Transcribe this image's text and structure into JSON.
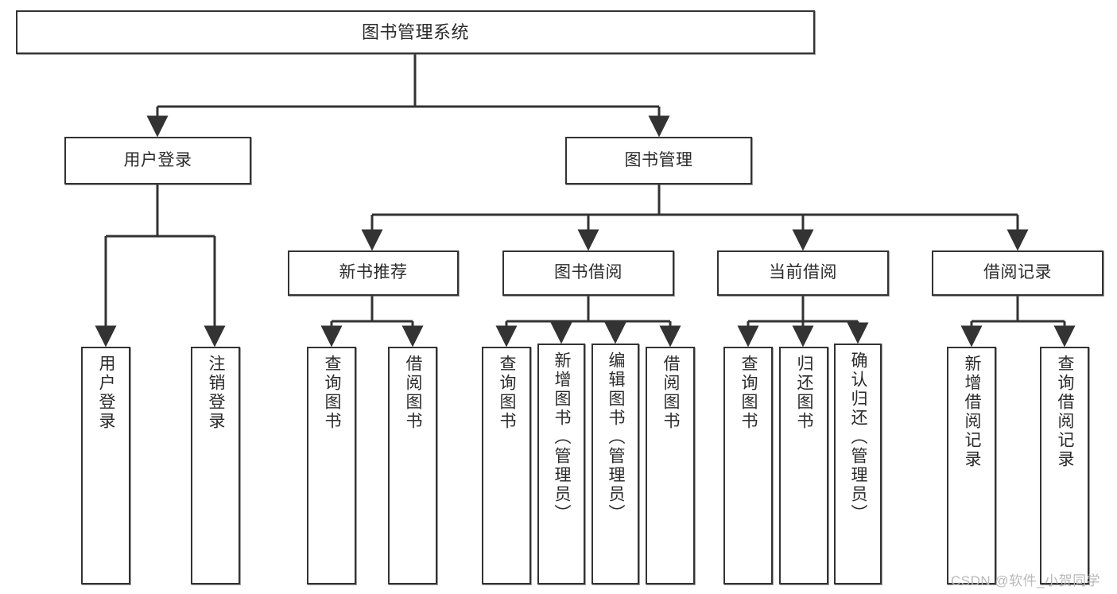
{
  "diagram": {
    "title": "图书管理系统",
    "type": "功能结构图",
    "watermark": "CSDN @软件_小贺同学"
  },
  "colors": {
    "background": "#ffffff",
    "box_border": "#333333",
    "box_fill": "#ffffff",
    "text": "#2b2b2b",
    "edge": "#333333",
    "watermark": "#b9b9b9"
  },
  "nodes": {
    "root": {
      "label": "图书管理系统",
      "level": 1
    },
    "level2": [
      {
        "id": "user-login",
        "label": "用户登录"
      },
      {
        "id": "book-manage",
        "label": "图书管理"
      }
    ],
    "level3": [
      {
        "id": "new-book-recommend",
        "label": "新书推荐"
      },
      {
        "id": "book-borrow",
        "label": "图书借阅"
      },
      {
        "id": "current-borrow",
        "label": "当前借阅"
      },
      {
        "id": "borrow-record",
        "label": "借阅记录"
      }
    ],
    "leaves": {
      "user_login": [
        {
          "id": "leaf-user-login",
          "label": "用户登录"
        },
        {
          "id": "leaf-logout-login",
          "label": "注销登录"
        }
      ],
      "new_book_recommend": [
        {
          "id": "leaf-query-book-1",
          "label": "查询图书"
        },
        {
          "id": "leaf-borrow-book-1",
          "label": "借阅图书"
        }
      ],
      "book_borrow": [
        {
          "id": "leaf-query-book-2",
          "label": "查询图书"
        },
        {
          "id": "leaf-add-book",
          "label": "新增图书（管理员）"
        },
        {
          "id": "leaf-edit-book",
          "label": "编辑图书（管理员）"
        },
        {
          "id": "leaf-borrow-book-2",
          "label": "借阅图书"
        }
      ],
      "current_borrow": [
        {
          "id": "leaf-query-book-3",
          "label": "查询图书"
        },
        {
          "id": "leaf-return-book",
          "label": "归还图书"
        },
        {
          "id": "leaf-confirm-return",
          "label": "确认归还（管理员）"
        }
      ],
      "borrow_record": [
        {
          "id": "leaf-add-record",
          "label": "新增借阅记录"
        },
        {
          "id": "leaf-query-record",
          "label": "查询借阅记录"
        }
      ]
    }
  }
}
